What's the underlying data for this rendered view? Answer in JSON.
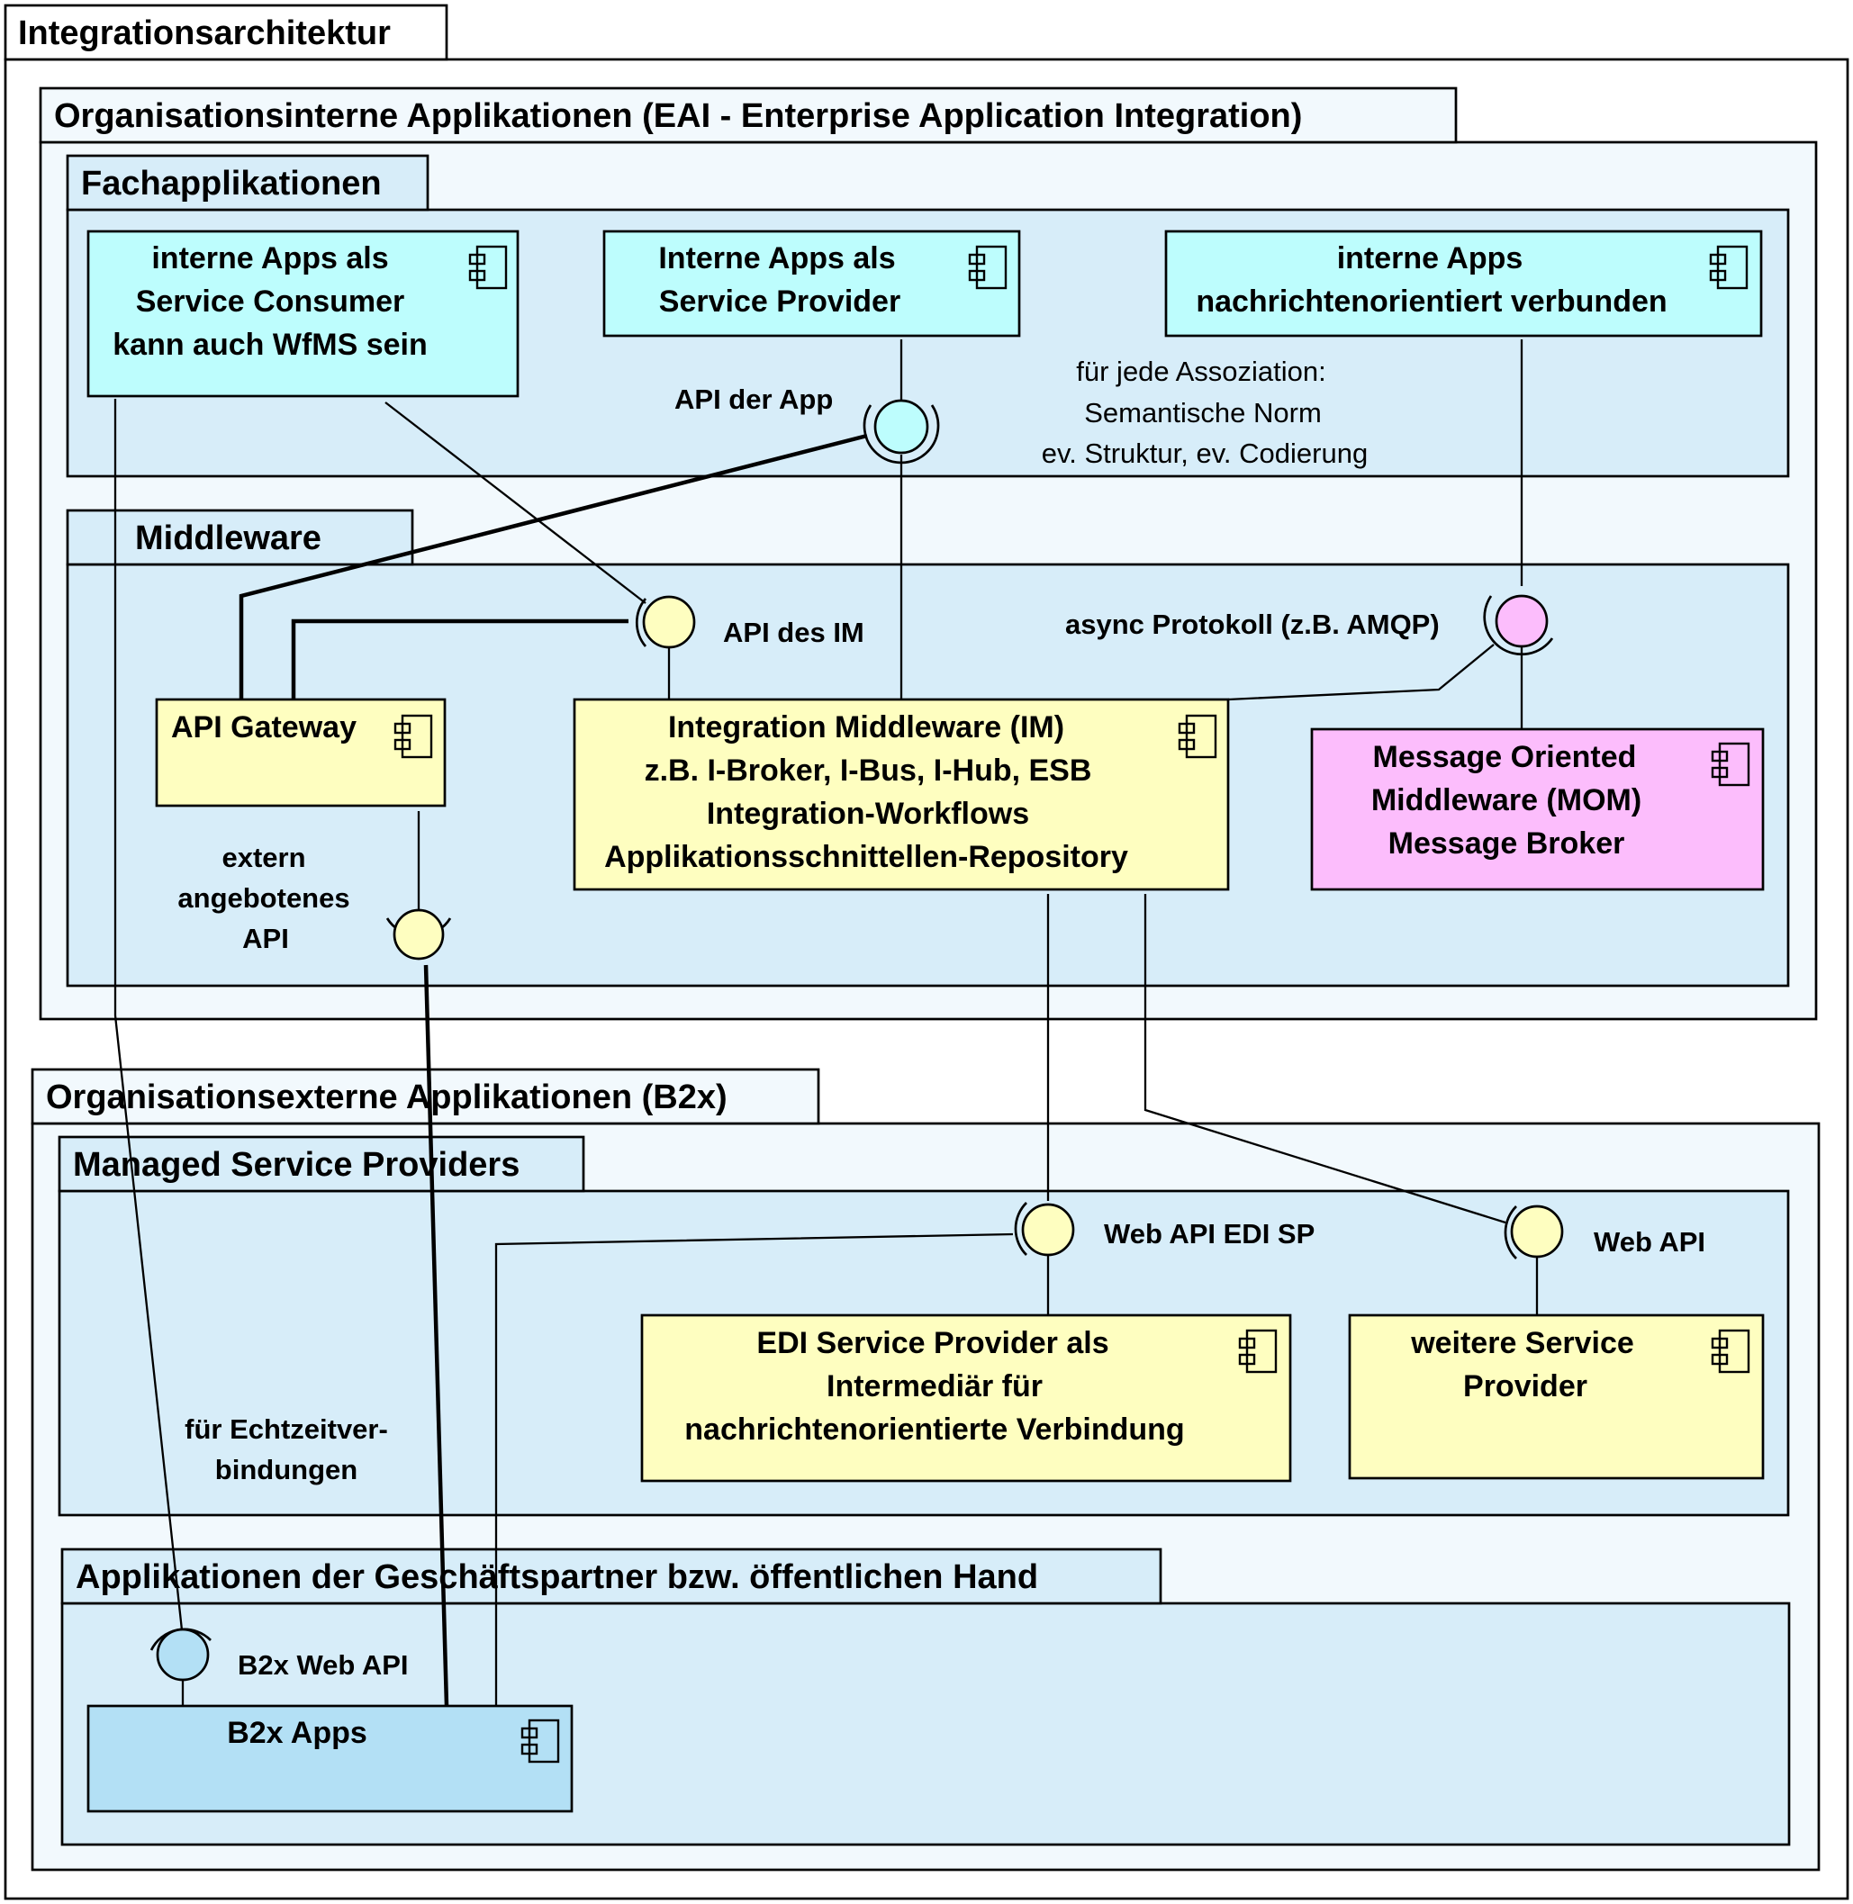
{
  "colors": {
    "outer_bg": "#ffffff",
    "light_bg": "#f2f9fd",
    "mid_bg": "#d7edf9",
    "cyan": "#bdfdfd",
    "yellow": "#fefec0",
    "pink": "#fcbdfc",
    "blue": "#b3e0f5"
  },
  "packages": {
    "root": "Integrationsarchitektur",
    "internal": "Organisationsinterne Applikationen (EAI - Enterprise Application Integration)",
    "fach": "Fachapplikationen",
    "middleware": "Middleware",
    "external": "Organisationsexterne Applikationen (B2x)",
    "msp": "Managed Service Providers",
    "partner": "Applikationen der Geschäftspartner bzw. öffentlichen Hand"
  },
  "components": {
    "consumer": [
      "interne Apps als",
      "Service Consumer",
      "kann auch WfMS sein"
    ],
    "provider": [
      "Interne Apps als",
      "Service Provider"
    ],
    "messaging": [
      "interne Apps",
      "nachrichtenorientiert verbunden"
    ],
    "gateway": [
      "API Gateway"
    ],
    "im": [
      "Integration Middleware (IM)",
      "z.B. I-Broker, I-Bus, I-Hub, ESB",
      "Integration-Workflows",
      "Applikationsschnittellen-Repository"
    ],
    "mom": [
      "Message Oriented",
      "Middleware (MOM)",
      "Message Broker"
    ],
    "edi": [
      "EDI Service Provider als",
      "Intermediär für",
      "nachrichtenorientierte Verbindung"
    ],
    "other_sp": [
      "weitere Service",
      "Provider"
    ],
    "b2x": [
      "B2x Apps"
    ]
  },
  "labels": {
    "api_app": "API der App",
    "api_im": "API des IM",
    "async": "async Protokoll (z.B. AMQP)",
    "extern_api": [
      "extern",
      "angebotenes",
      "API"
    ],
    "web_api_edi": "Web API EDI SP",
    "web_api": "Web API",
    "b2x_web_api": "B2x Web API",
    "realtime": [
      "für Echtzeitver-",
      "bindungen"
    ]
  },
  "note": [
    "für jede Assoziation:",
    "Semantische Norm",
    "ev. Struktur, ev. Codierung"
  ],
  "icons": {
    "component": "uml-component-icon",
    "interface": "lollipop-interface-icon"
  }
}
